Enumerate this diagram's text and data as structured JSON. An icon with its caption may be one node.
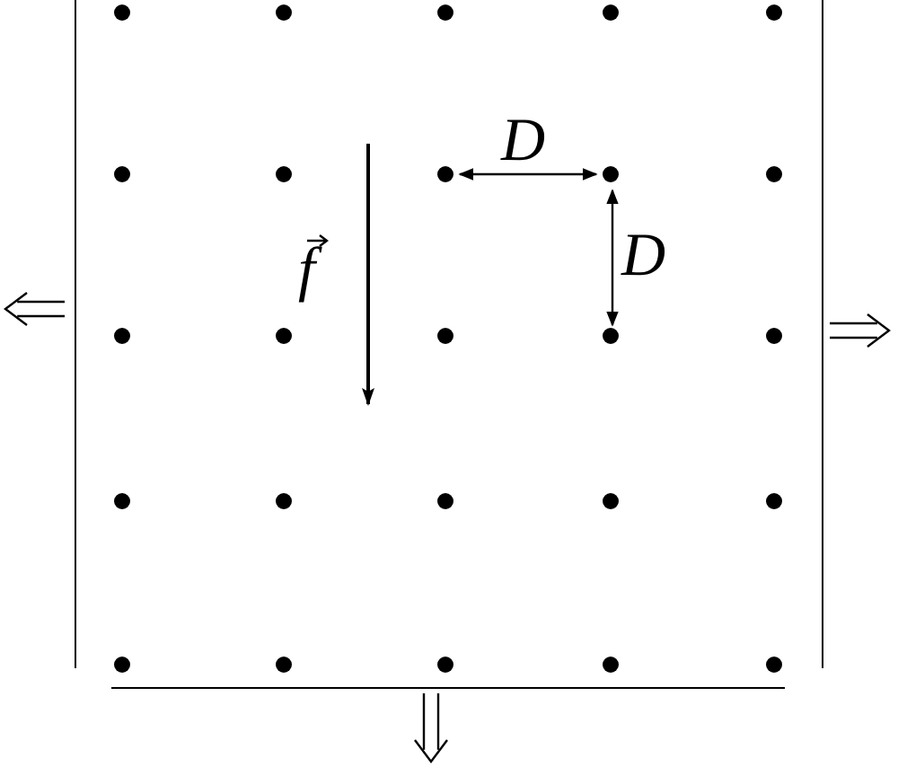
{
  "diagram": {
    "labels": [
      "f",
      "D",
      "D"
    ]
  }
}
